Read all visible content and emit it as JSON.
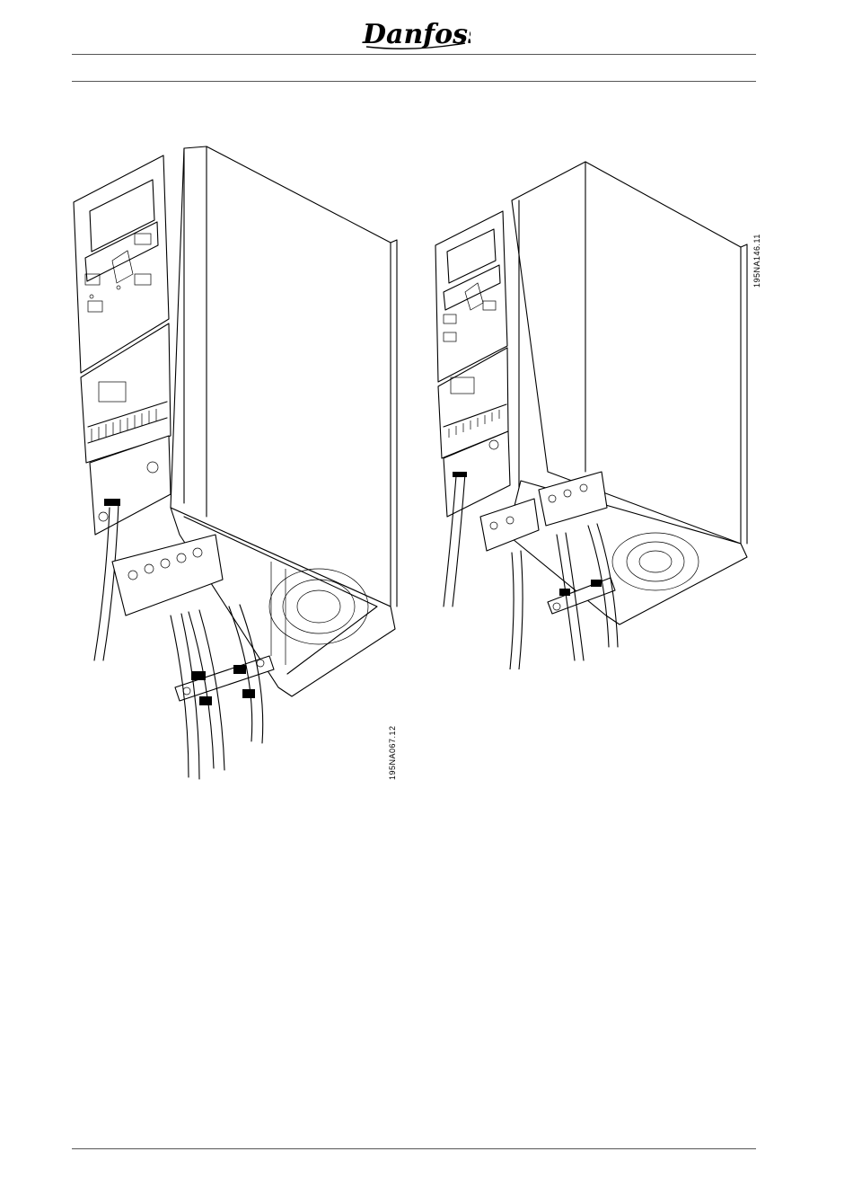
{
  "header": {
    "logo_text": "Danfoss"
  },
  "figures": [
    {
      "code": "195NA067.12"
    },
    {
      "code": "195NA146.11"
    }
  ]
}
